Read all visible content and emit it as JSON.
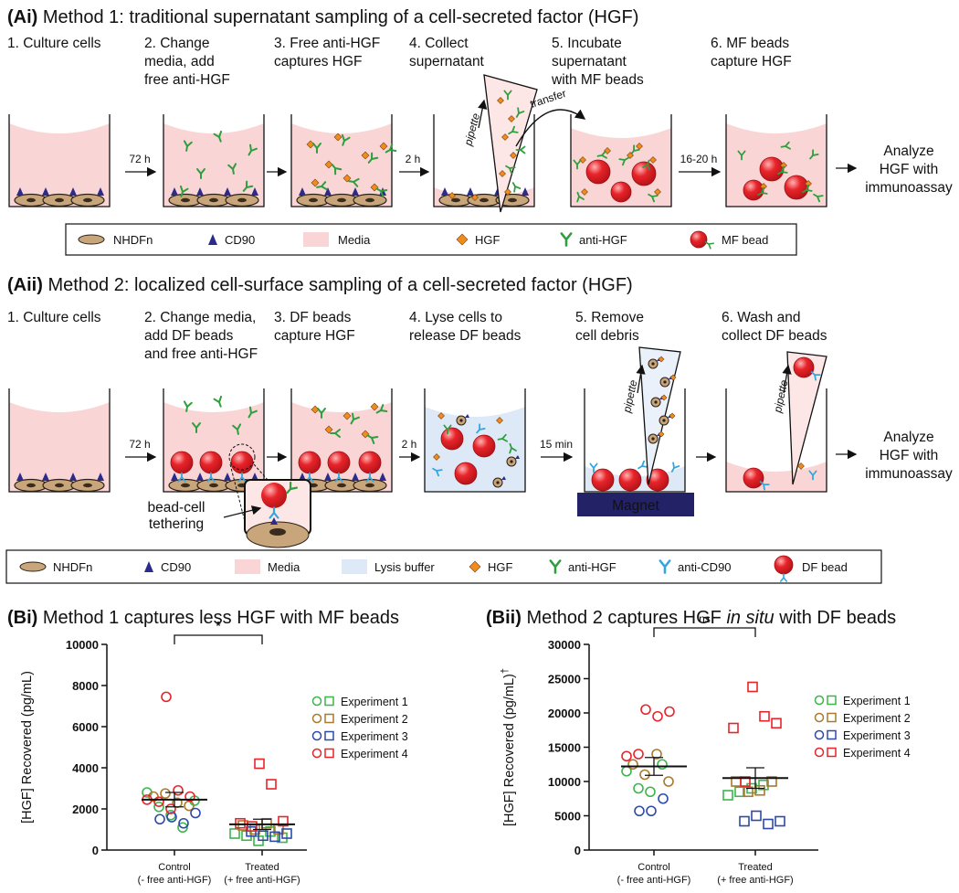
{
  "panelA1": {
    "label": "(Ai)",
    "title": "Method 1: traditional supernatant sampling of a cell-secreted factor (HGF)",
    "steps": [
      [
        "1. Culture cells"
      ],
      [
        "2. Change",
        "media, add",
        "free anti-HGF"
      ],
      [
        "3. Free anti-HGF",
        "captures HGF"
      ],
      [
        "4. Collect",
        "supernatant"
      ],
      [
        "5. Incubate",
        "supernatant",
        "with MF beads"
      ],
      [
        "6. MF beads",
        "capture HGF"
      ]
    ],
    "arrows": [
      "72 h",
      "",
      "2 h",
      "transfer",
      "16-20 h"
    ],
    "pipette": "pipette",
    "analyze": [
      "Analyze",
      "HGF with",
      "immunoassay"
    ],
    "legend": [
      "NHDFn",
      "CD90",
      "Media",
      "HGF",
      "anti-HGF",
      "MF bead"
    ]
  },
  "panelA2": {
    "label": "(Aii)",
    "title": "Method 2: localized cell-surface sampling of a cell-secreted factor (HGF)",
    "steps": [
      [
        "1. Culture cells"
      ],
      [
        "2. Change media,",
        "add DF beads",
        "and free anti-HGF"
      ],
      [
        "3. DF beads",
        "capture HGF"
      ],
      [
        "4. Lyse cells to",
        "release DF beads"
      ],
      [
        "5. Remove",
        "cell debris"
      ],
      [
        "6. Wash and",
        "collect DF beads"
      ]
    ],
    "arrows": [
      "72 h",
      "",
      "2 h",
      "15 min",
      ""
    ],
    "tether": [
      "bead-cell",
      "tethering"
    ],
    "magnet": "Magnet",
    "pipette": "pipette",
    "analyze": [
      "Analyze",
      "HGF with",
      "immunoassay"
    ],
    "legend": [
      "NHDFn",
      "CD90",
      "Media",
      "Lysis buffer",
      "HGF",
      "anti-HGF",
      "anti-CD90",
      "DF bead"
    ]
  },
  "colors": {
    "cell": "#c8a57a",
    "cd90": "#2b2b8c",
    "media": "#f9d5d5",
    "lysis": "#dde9f6",
    "hgf": "#f08c1e",
    "antiHGF": "#2e9e3e",
    "antiCD90": "#33a7dd",
    "bead": "#e8242a",
    "magnet": "#232266",
    "exp1": "#3cb54a",
    "exp2": "#a87a2c",
    "exp3": "#2e4aa8",
    "exp4": "#e8242a"
  },
  "chart_data": [
    {
      "type": "scatter",
      "label": "(Bi)",
      "title": "Method 1 captures less HGF with MF beads",
      "ylabel": "[HGF] Recovered (pg/mL)",
      "ylim": [
        0,
        10000
      ],
      "yticks": [
        0,
        2000,
        4000,
        6000,
        8000,
        10000
      ],
      "categories": [
        [
          "Control",
          "(- free anti-HGF)"
        ],
        [
          "Treated",
          "(+ free anti-HGF)"
        ]
      ],
      "significance": "*",
      "legend": [
        "Experiment 1",
        "Experiment 2",
        "Experiment 3",
        "Experiment 4"
      ],
      "means": [
        2450,
        1250
      ],
      "sem": [
        350,
        250
      ],
      "series": [
        {
          "name": "Experiment 1",
          "control": [
            2800,
            2100,
            1700,
            1100,
            2400
          ],
          "treated": [
            800,
            700,
            450,
            900,
            600
          ]
        },
        {
          "name": "Experiment 2",
          "control": [
            2600,
            2750,
            2300,
            2150
          ],
          "treated": [
            1200,
            1000,
            1300,
            1000
          ]
        },
        {
          "name": "Experiment 3",
          "control": [
            1500,
            1600,
            1300,
            1800
          ],
          "treated": [
            900,
            700,
            650,
            800
          ]
        },
        {
          "name": "Experiment 4",
          "control": [
            7450,
            2900,
            2600,
            2450,
            2350,
            2000
          ],
          "treated": [
            4200,
            3200,
            1400,
            1300,
            1150
          ]
        }
      ]
    },
    {
      "type": "scatter",
      "label": "(Bii)",
      "title": "Method 2 captures HGF in situ with DF beads",
      "title_parts": [
        "Method 2 captures HGF ",
        "in situ",
        " with DF beads"
      ],
      "ylabel": "[HGF] Recovered (pg/mL)",
      "ylabel_mark": "†",
      "ylim": [
        0,
        30000
      ],
      "yticks": [
        0,
        5000,
        10000,
        15000,
        20000,
        25000,
        30000
      ],
      "categories": [
        [
          "Control",
          "(- free anti-HGF)"
        ],
        [
          "Treated",
          "(+ free anti-HGF)"
        ]
      ],
      "significance": "ns",
      "legend": [
        "Experiment 1",
        "Experiment 2",
        "Experiment 3",
        "Experiment 4"
      ],
      "means": [
        12200,
        10500
      ],
      "sem": [
        1300,
        1500
      ],
      "series": [
        {
          "name": "Experiment 1",
          "control": [
            11500,
            9000,
            8500,
            12500
          ],
          "treated": [
            8000,
            8500,
            9000,
            9500
          ]
        },
        {
          "name": "Experiment 2",
          "control": [
            12500,
            11000,
            14000,
            10000
          ],
          "treated": [
            10000,
            8500,
            8700,
            10000
          ]
        },
        {
          "name": "Experiment 3",
          "control": [
            5700,
            5700,
            7500
          ],
          "treated": [
            4200,
            5000,
            3800,
            4200
          ]
        },
        {
          "name": "Experiment 4",
          "control": [
            20500,
            19500,
            20200,
            13700,
            14000
          ],
          "treated": [
            23800,
            19500,
            18500,
            17800,
            10000
          ]
        }
      ]
    }
  ]
}
